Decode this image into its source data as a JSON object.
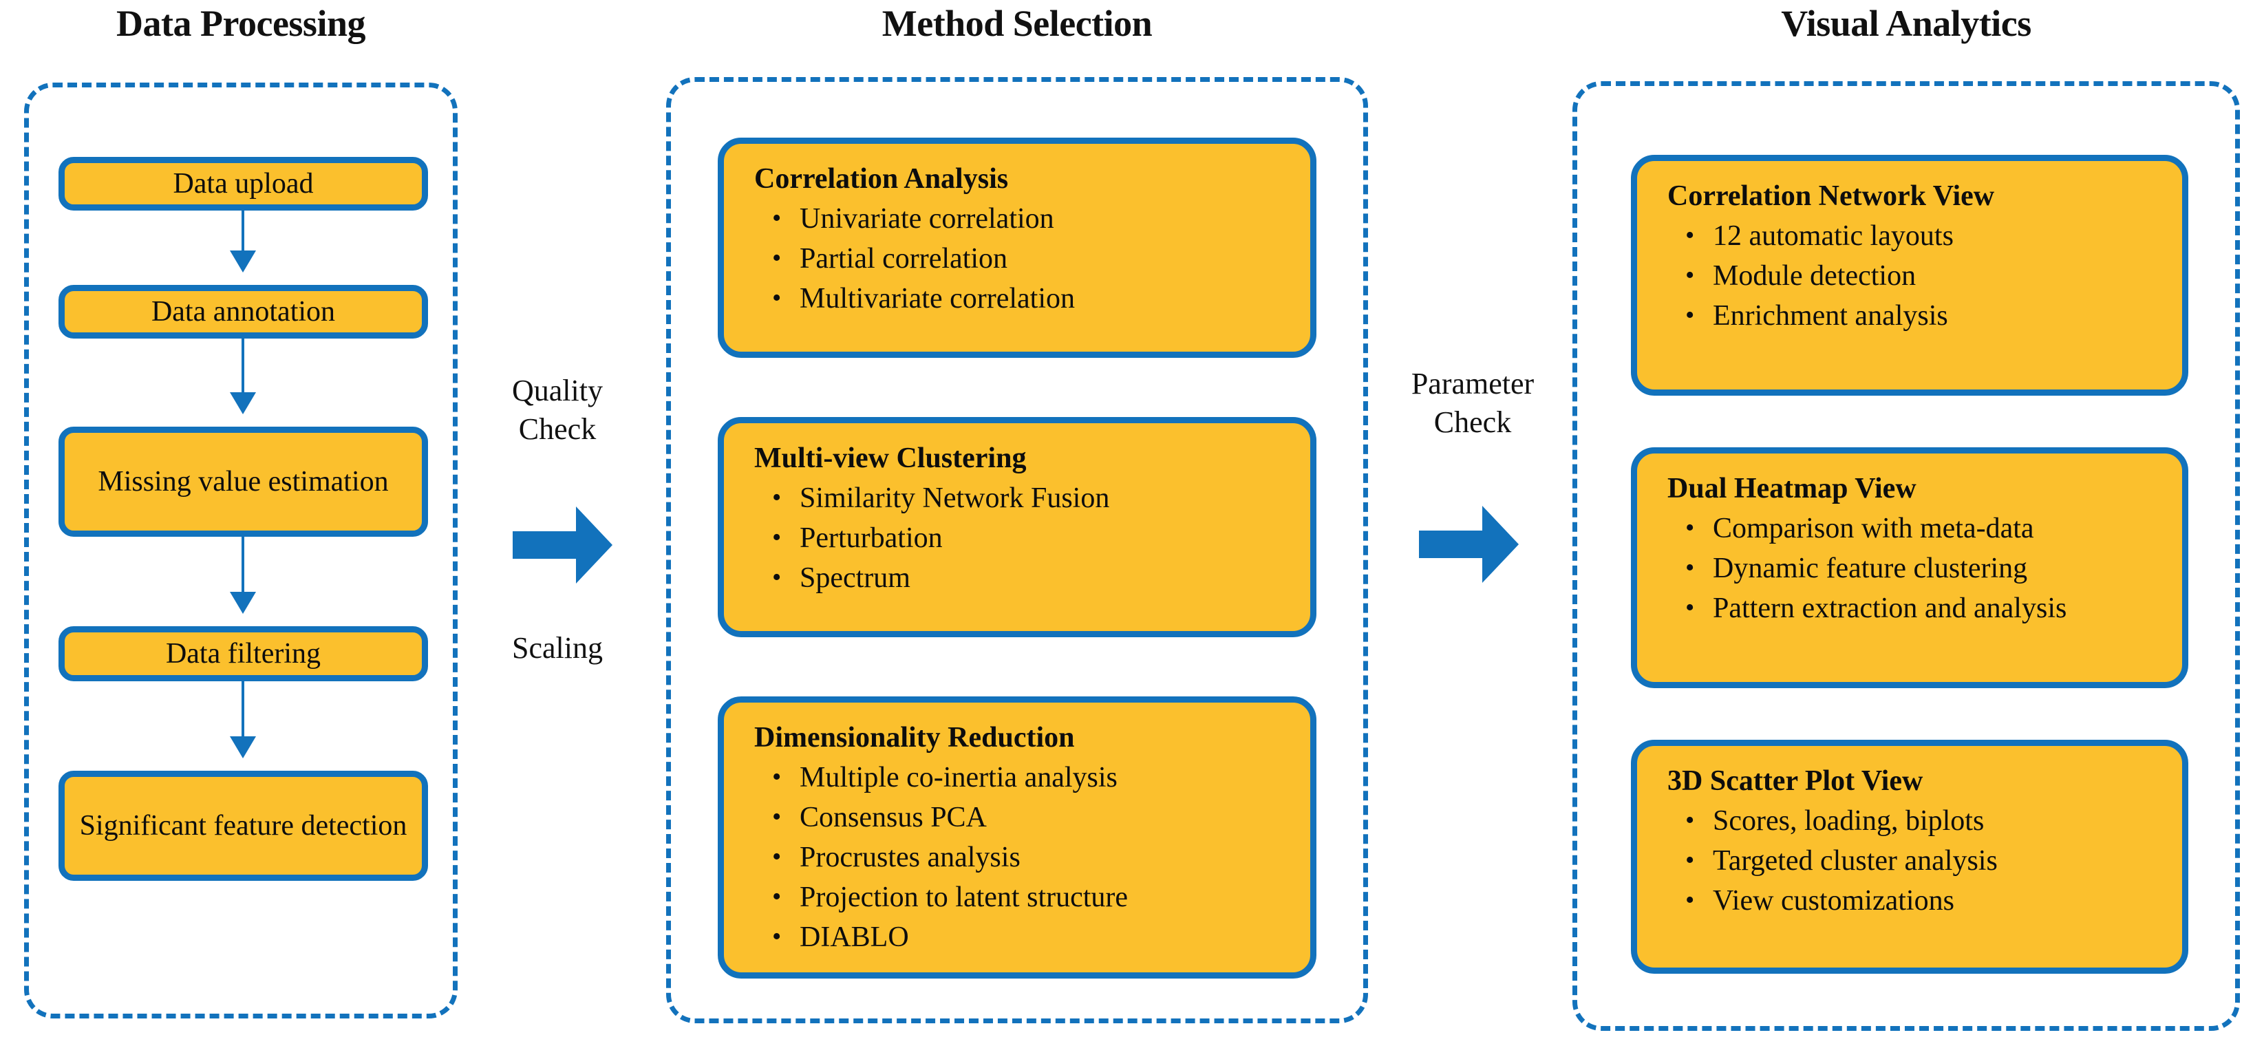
{
  "diagram": {
    "title_font_color": "#111111",
    "accent_blue": "#1272BC",
    "accent_orange": "#FBC02D"
  },
  "columns": [
    {
      "id": "data-processing",
      "title": "Data Processing",
      "steps": [
        {
          "label": "Data upload"
        },
        {
          "label": "Data annotation"
        },
        {
          "label": "Missing value estimation"
        },
        {
          "label": "Data filtering"
        },
        {
          "label": "Significant feature detection"
        }
      ]
    },
    {
      "id": "method-selection",
      "title": "Method Selection",
      "cards": [
        {
          "title": "Correlation Analysis",
          "items": [
            "Univariate correlation",
            "Partial correlation",
            "Multivariate correlation"
          ]
        },
        {
          "title": "Multi-view Clustering",
          "items": [
            "Similarity Network Fusion",
            "Perturbation",
            "Spectrum"
          ]
        },
        {
          "title": "Dimensionality Reduction",
          "items": [
            "Multiple co-inertia analysis",
            "Consensus PCA",
            "Procrustes analysis",
            "Projection to latent structure",
            "DIABLO"
          ]
        }
      ]
    },
    {
      "id": "visual-analytics",
      "title": "Visual Analytics",
      "cards": [
        {
          "title": "Correlation Network View",
          "items": [
            "12 automatic layouts",
            "Module detection",
            "Enrichment analysis"
          ]
        },
        {
          "title": "Dual Heatmap View",
          "items": [
            "Comparison with meta-data",
            "Dynamic feature clustering",
            "Pattern extraction and analysis"
          ]
        },
        {
          "title": "3D Scatter Plot View",
          "items": [
            "Scores, loading, biplots",
            "Targeted cluster analysis",
            "View customizations"
          ]
        }
      ]
    }
  ],
  "transitions": [
    {
      "id": "quality-check",
      "label_above_line1": "Quality",
      "label_above_line2": "Check",
      "label_below": "Scaling"
    },
    {
      "id": "parameter-check",
      "label_above_line1": "Parameter",
      "label_above_line2": "Check",
      "label_below": ""
    }
  ]
}
